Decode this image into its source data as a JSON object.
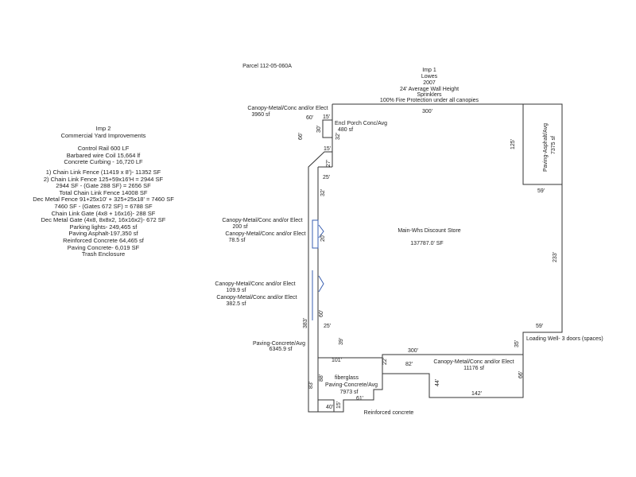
{
  "parcel": "Parcel 112-05-060A",
  "imp1": {
    "lines": [
      "Imp 1",
      "Lowes",
      "2007",
      "24' Average Wall Height",
      "Sprinklers",
      "100% Fire Protection under all canopies"
    ]
  },
  "imp2": {
    "lines": [
      "Imp 2",
      "Commercial Yard Improvements",
      "",
      "Control Rail 600 LF",
      "Barbared wire Coil 15,664 lf",
      "Concrete Curbing - 16,720 LF",
      "1) Chain Link Fence (11419 x 8')- 11352 SF",
      "2) Chain Link Fence 125+59x16'H = 2944 SF",
      "2944 SF - (Gate 288 SF) = 2656 SF",
      "Total Chain Link Fence 14008 SF",
      "Dec Metal Fence 91+25x10' + 325+25x18' = 7460 SF",
      "7460 SF - (Gates 672 SF) = 6788 SF",
      "Chain Link Gate (4x8 + 16x16)- 288 SF",
      "Dec Metal Gate (4x8, 8x8x2, 16x16x2)- 672 SF",
      "Parking lights- 249,465 sf",
      "Paving Asphalt-197,350 sf",
      "Reinforced Concrete 64,465 sf",
      "Paving Concrete- 6,019 SF",
      "Trash Enclosure"
    ]
  },
  "labels": {
    "canopy_top_name": "Canopy-Metal/Conc and/or Elect",
    "canopy_top_area": "3960 sf",
    "encl_porch_name": "Encl Porch Conc/Avg",
    "encl_porch_area": "480 sf",
    "canopy_200_name": "Canopy-Metal/Conc and/or Elect",
    "canopy_200_area": "200 sf",
    "canopy_78_name": "Canopy-Metal/Conc and/or Elect",
    "canopy_78_area": "78.5 sf",
    "canopy_109_name": "Canopy-Metal/Conc and/or Elect",
    "canopy_109_area": "109.9 sf",
    "canopy_382_name": "Canopy-Metal/Conc and/or Elect",
    "canopy_382_area": "382.5 sf",
    "paving_left_name": "Paving-Concrete/Avg",
    "paving_left_area": "6345.9 sf",
    "main_name": "Main-Whs Discount Store",
    "main_area": "137787.0' SF",
    "paving_asphalt_name": "Paving-Asphalt/Avg",
    "paving_asphalt_area": "7375 sf",
    "loading_well": "Loading Well- 3 doors (spaces)",
    "canopy_bottom_name": "Canopy-Metal/Conc and/or Elect",
    "canopy_bottom_area": "11176 sf",
    "fiberglass": "fiberglass",
    "paving_bottom_name": "Paving-Concrete/Avg",
    "paving_bottom_area": "7973 sf",
    "reinforced": "Reinforced concrete"
  },
  "dims": {
    "d300_top": "300'",
    "d60": "60'",
    "d15a": "15'",
    "d66": "66'",
    "d30": "30'",
    "d32": "32'",
    "d15b": "15'",
    "d27": "27'",
    "d25_top": "25'",
    "d32_left": "32'",
    "d125": "125'",
    "d59_top": "59'",
    "d233": "233'",
    "d59_bot": "59'",
    "d25_bot": "25'",
    "d383": "383'",
    "d39": "39'",
    "d35": "35'",
    "d300_bot": "300'",
    "d101": "101'",
    "d22": "22'",
    "d82": "82'",
    "d44": "44'",
    "d142": "142'",
    "d66_right": "66'",
    "d61": "61'",
    "d40": "40'",
    "d83": "83'",
    "d88": "88'",
    "d15c": "15'",
    "d20": "20'",
    "d60_left": "60'"
  },
  "colors": {
    "outline": "#333333",
    "canopy_blue": "#3a5fb0"
  }
}
